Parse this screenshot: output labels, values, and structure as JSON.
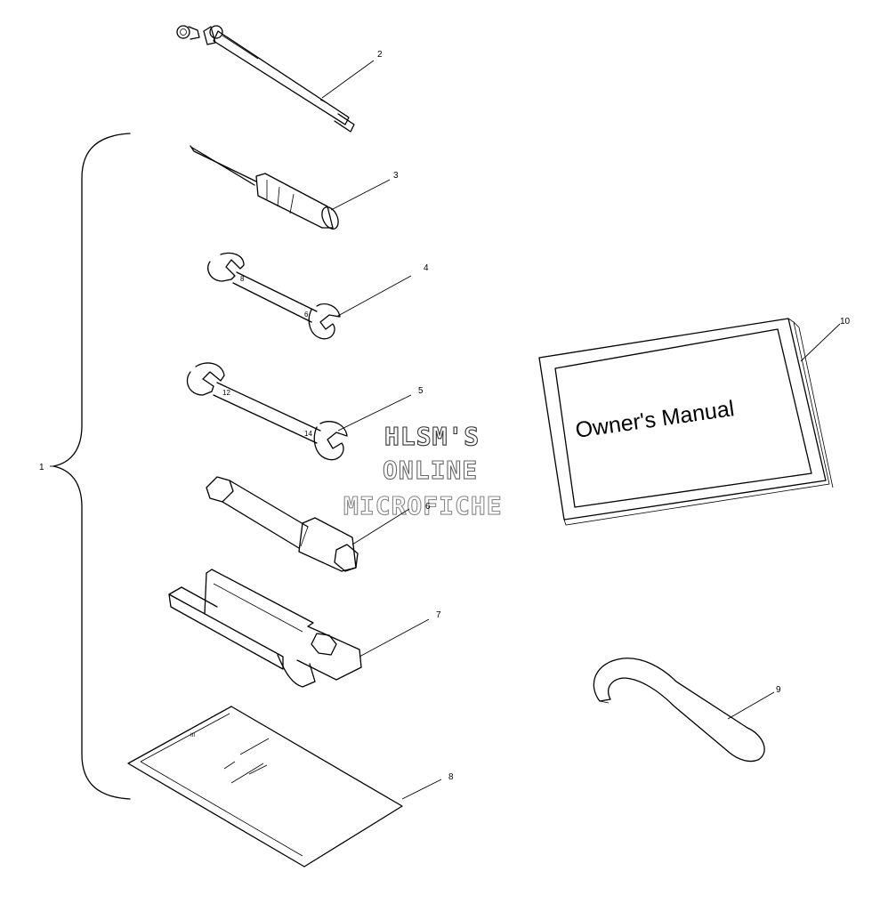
{
  "callouts": {
    "c1": "1",
    "c2": "2",
    "c3": "3",
    "c4": "4",
    "c5": "5",
    "c6": "6",
    "c7": "7",
    "c8": "8",
    "c9": "9",
    "c10": "10"
  },
  "manual": {
    "title": "Owner's Manual"
  },
  "watermark": {
    "line1": "HLSM'S",
    "line2": "ONLINE",
    "line3": "MICROFICHE"
  }
}
